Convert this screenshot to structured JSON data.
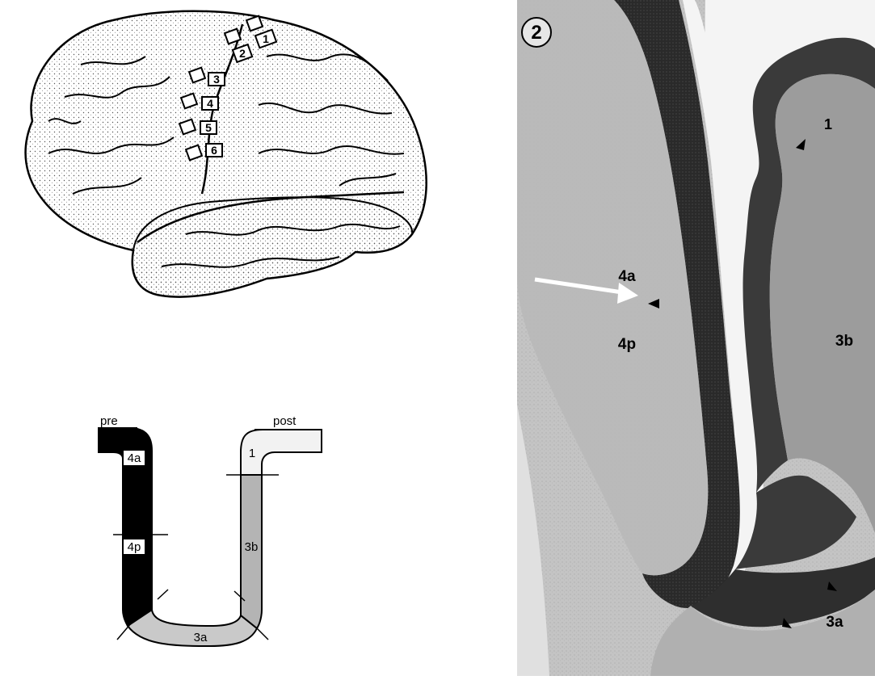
{
  "brain": {
    "box_labels": [
      "1",
      "2",
      "3",
      "4",
      "5",
      "6"
    ]
  },
  "schematic": {
    "pre_label": "pre",
    "post_label": "post",
    "regions": {
      "a4a": "4a",
      "a4p": "4p",
      "a3a": "3a",
      "a3b": "3b",
      "a1": "1"
    }
  },
  "section": {
    "panel_number": "2",
    "labels": {
      "a1": "1",
      "a4a": "4a",
      "a4p": "4p",
      "a3b": "3b",
      "a3a": "3a"
    }
  },
  "colors": {
    "area4_fill": "#000000",
    "area3b_fill": "#b4b4b4",
    "area3a_fill": "#c9c9c9",
    "area1_fill": "#f2f2f2",
    "histo_background": "#c6c6c6",
    "histo_dark_band": "#2a2a2a",
    "pointer_arrow": "#ffffff"
  }
}
